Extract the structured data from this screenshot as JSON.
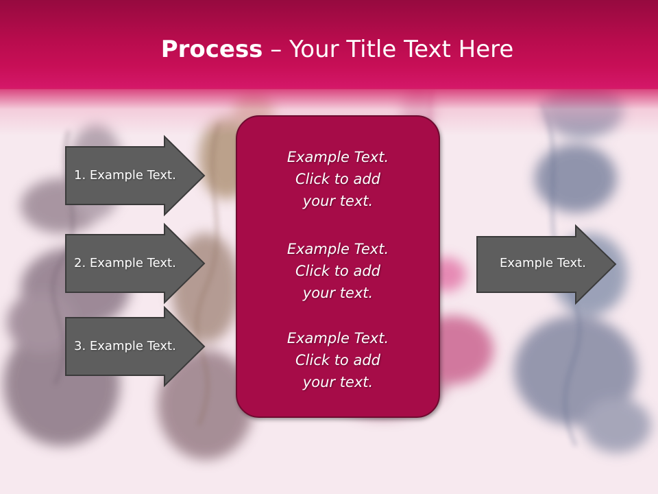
{
  "slide": {
    "title_bold": "Process",
    "title_rest": " – Your Title Text Here"
  },
  "left_arrows": [
    {
      "label": "1. Example Text."
    },
    {
      "label": "2. Example Text."
    },
    {
      "label": "3. Example Text."
    }
  ],
  "center_box": {
    "blocks": [
      {
        "line1": "Example Text.",
        "line2": "Click  to add",
        "line3": "your text."
      },
      {
        "line1": "Example Text.",
        "line2": "Click  to add",
        "line3": "your text."
      },
      {
        "line1": "Example Text.",
        "line2": "Click  to add",
        "line3": "your text."
      }
    ]
  },
  "right_arrow": {
    "label": "Example Text."
  },
  "colors": {
    "header": "#b80c4d",
    "center_box": "#a60c48",
    "arrow_fill": "#5e5e5e",
    "background": "#f7e9ef"
  }
}
